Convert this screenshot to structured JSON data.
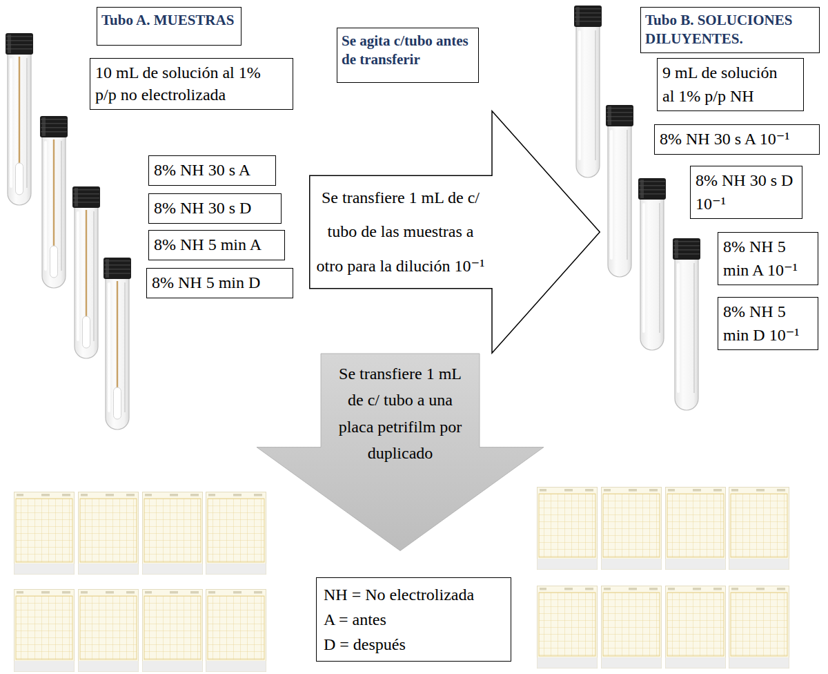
{
  "diagram": {
    "nodes": [
      {
        "text": [
          "Tubo A. MUESTRAS"
        ]
      },
      {
        "text": [
          "10 mL de solución al 1% p/p no electrolizada"
        ]
      },
      {
        "text": [
          "8% NH 30 s A"
        ]
      },
      {
        "text": [
          "8% NH 30 s D"
        ]
      },
      {
        "text": [
          "8% NH 5 min A"
        ]
      },
      {
        "text": [
          "8% NH 5 min D"
        ]
      },
      {
        "text": [
          "Se agita c/tubo antes de transferir"
        ]
      },
      {
        "text": [
          "Se transfiere 1 mL de c/ tubo de las muestras a otro para la dilución 10⁻¹"
        ]
      },
      {
        "text": [
          "Tubo B. SOLUCIONES DILUYENTES."
        ]
      },
      {
        "text": [
          "9 mL de solución al 1% p/p NH"
        ]
      },
      {
        "text": [
          "8% NH 30 s A 10⁻¹"
        ]
      },
      {
        "text": [
          "8% NH 30 s D 10⁻¹"
        ]
      },
      {
        "text": [
          "8% NH 5 min A 10⁻¹"
        ]
      },
      {
        "text": [
          "8% NH 5 min D 10⁻¹"
        ]
      },
      {
        "text": [
          "Se transfiere 1 mL de c/ tubo a una placa petrifilm por duplicado"
        ]
      },
      {
        "text": [
          "NH = No electrolizada",
          "A = antes",
          "D = después"
        ]
      }
    ]
  }
}
